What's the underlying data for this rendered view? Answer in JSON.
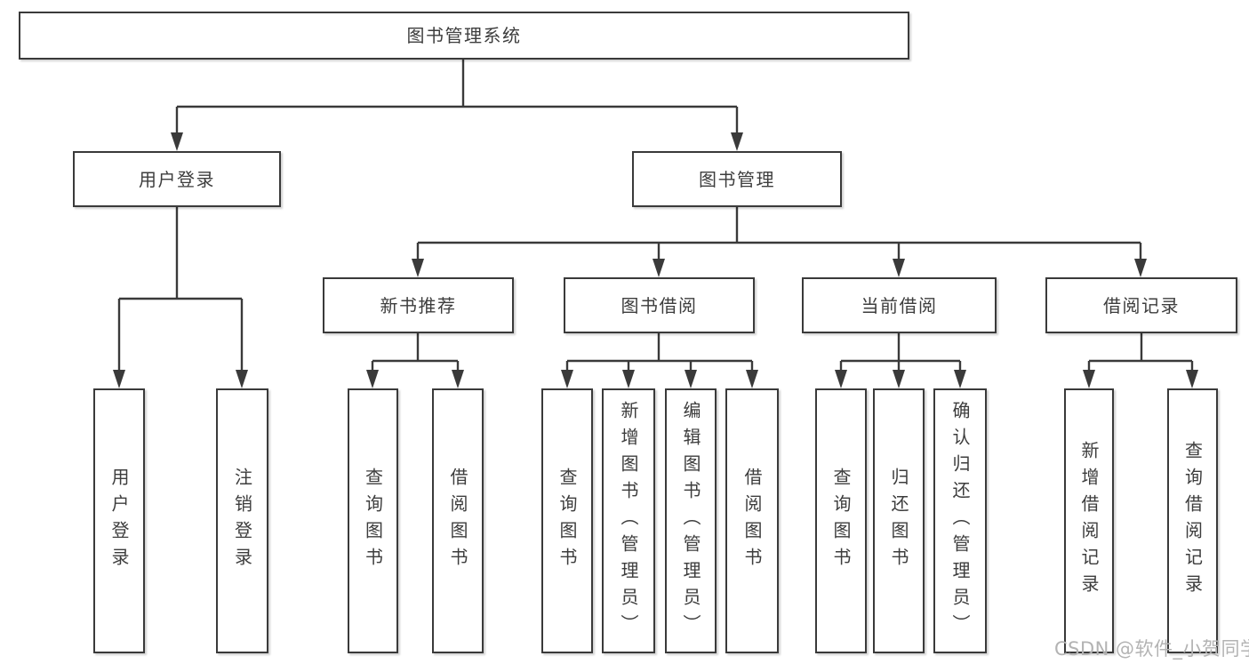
{
  "watermark": {
    "text": "CSDN @软件_小贺同学"
  },
  "colors": {
    "line": "#3a3a3a",
    "text": "#3d3d3d",
    "node_fill": "#ffffff",
    "watermark": "#b3b3b3",
    "background": "#ffffff"
  },
  "nodes": {
    "root": {
      "label": "图书管理系统"
    },
    "user_login": {
      "label": "用户登录"
    },
    "book_mgmt": {
      "label": "图书管理"
    },
    "new_book_rec": {
      "label": "新书推荐"
    },
    "book_borrow": {
      "label": "图书借阅"
    },
    "current_borrow": {
      "label": "当前借阅"
    },
    "borrow_record": {
      "label": "借阅记录"
    },
    "login": {
      "label": "用户登录"
    },
    "logout": {
      "label": "注销登录"
    },
    "rec_query_book": {
      "label": "查询图书"
    },
    "rec_borrow_book": {
      "label": "借阅图书"
    },
    "bb_query_book": {
      "label": "查询图书"
    },
    "bb_add_book": {
      "label": "新增图书（管理员）"
    },
    "bb_edit_book": {
      "label": "编辑图书（管理员）"
    },
    "bb_borrow_book": {
      "label": "借阅图书"
    },
    "cb_query_book": {
      "label": "查询图书"
    },
    "cb_return_book": {
      "label": "归还图书"
    },
    "cb_confirm_return": {
      "label": "确认归还（管理员）"
    },
    "br_add_record": {
      "label": "新增借阅记录"
    },
    "br_query_record": {
      "label": "查询借阅记录"
    }
  }
}
